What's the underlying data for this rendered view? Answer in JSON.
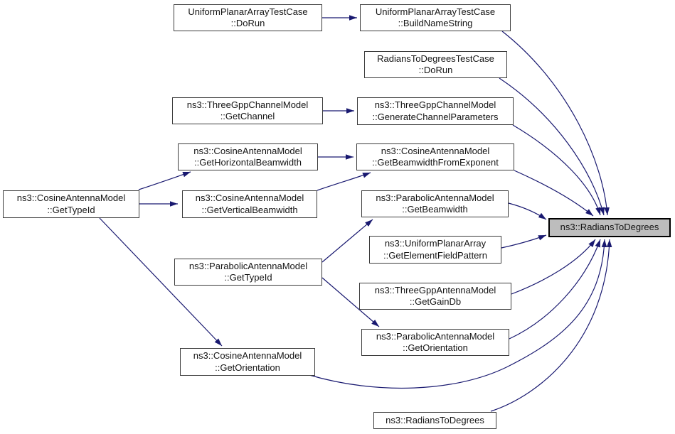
{
  "diagram": {
    "type": "call-graph",
    "highlighted_function": "ns3::RadiansToDegrees",
    "colors": {
      "background": "#ffffff",
      "edge": "#191970",
      "node_border": "#3c3c3c",
      "node_fill": "#ffffff",
      "highlight_fill": "#bdbdbd",
      "highlight_border": "#000000",
      "text": "#141414"
    },
    "nodes": [
      {
        "id": "upa-dorun",
        "label": "UniformPlanarArrayTestCase\n::DoRun",
        "highlighted": false
      },
      {
        "id": "upa-buildnamestring",
        "label": "UniformPlanarArrayTestCase\n::BuildNameString",
        "highlighted": false
      },
      {
        "id": "r2d-testcase-dorun",
        "label": "RadiansToDegreesTestCase\n::DoRun",
        "highlighted": false
      },
      {
        "id": "tgcm-getchannel",
        "label": "ns3::ThreeGppChannelModel\n::GetChannel",
        "highlighted": false
      },
      {
        "id": "tgcm-generatechannelparameters",
        "label": "ns3::ThreeGppChannelModel\n::GenerateChannelParameters",
        "highlighted": false
      },
      {
        "id": "cam-gethorizontalbeamwidth",
        "label": "ns3::CosineAntennaModel\n::GetHorizontalBeamwidth",
        "highlighted": false
      },
      {
        "id": "cam-getbeamwidthfromexponent",
        "label": "ns3::CosineAntennaModel\n::GetBeamwidthFromExponent",
        "highlighted": false
      },
      {
        "id": "cam-gettypeid",
        "label": "ns3::CosineAntennaModel\n::GetTypeId",
        "highlighted": false
      },
      {
        "id": "cam-getverticalbeamwidth",
        "label": "ns3::CosineAntennaModel\n::GetVerticalBeamwidth",
        "highlighted": false
      },
      {
        "id": "pam-getbeamwidth",
        "label": "ns3::ParabolicAntennaModel\n::GetBeamwidth",
        "highlighted": false
      },
      {
        "id": "r2d",
        "label": "ns3::RadiansToDegrees",
        "highlighted": true
      },
      {
        "id": "upa-getelementfieldpattern",
        "label": "ns3::UniformPlanarArray\n::GetElementFieldPattern",
        "highlighted": false
      },
      {
        "id": "pam-gettypeid",
        "label": "ns3::ParabolicAntennaModel\n::GetTypeId",
        "highlighted": false
      },
      {
        "id": "tgam-getgaindb",
        "label": "ns3::ThreeGppAntennaModel\n::GetGainDb",
        "highlighted": false
      },
      {
        "id": "pam-getorientation",
        "label": "ns3::ParabolicAntennaModel\n::GetOrientation",
        "highlighted": false
      },
      {
        "id": "cam-getorientation",
        "label": "ns3::CosineAntennaModel\n::GetOrientation",
        "highlighted": false
      },
      {
        "id": "r2d-overload",
        "label": "ns3::RadiansToDegrees",
        "highlighted": false
      }
    ],
    "edges": [
      {
        "from": "upa-dorun",
        "to": "upa-buildnamestring"
      },
      {
        "from": "upa-buildnamestring",
        "to": "r2d"
      },
      {
        "from": "r2d-testcase-dorun",
        "to": "r2d"
      },
      {
        "from": "tgcm-getchannel",
        "to": "tgcm-generatechannelparameters"
      },
      {
        "from": "tgcm-generatechannelparameters",
        "to": "r2d"
      },
      {
        "from": "cam-gethorizontalbeamwidth",
        "to": "cam-getbeamwidthfromexponent"
      },
      {
        "from": "cam-getbeamwidthfromexponent",
        "to": "r2d"
      },
      {
        "from": "cam-gettypeid",
        "to": "cam-gethorizontalbeamwidth"
      },
      {
        "from": "cam-gettypeid",
        "to": "cam-getverticalbeamwidth"
      },
      {
        "from": "cam-getverticalbeamwidth",
        "to": "cam-getbeamwidthfromexponent"
      },
      {
        "from": "cam-gettypeid",
        "to": "cam-getorientation"
      },
      {
        "from": "pam-gettypeid",
        "to": "pam-getbeamwidth"
      },
      {
        "from": "pam-gettypeid",
        "to": "pam-getorientation"
      },
      {
        "from": "pam-getbeamwidth",
        "to": "r2d"
      },
      {
        "from": "upa-getelementfieldpattern",
        "to": "r2d"
      },
      {
        "from": "tgam-getgaindb",
        "to": "r2d"
      },
      {
        "from": "pam-getorientation",
        "to": "r2d"
      },
      {
        "from": "cam-getorientation",
        "to": "r2d"
      },
      {
        "from": "r2d-overload",
        "to": "r2d"
      }
    ]
  }
}
